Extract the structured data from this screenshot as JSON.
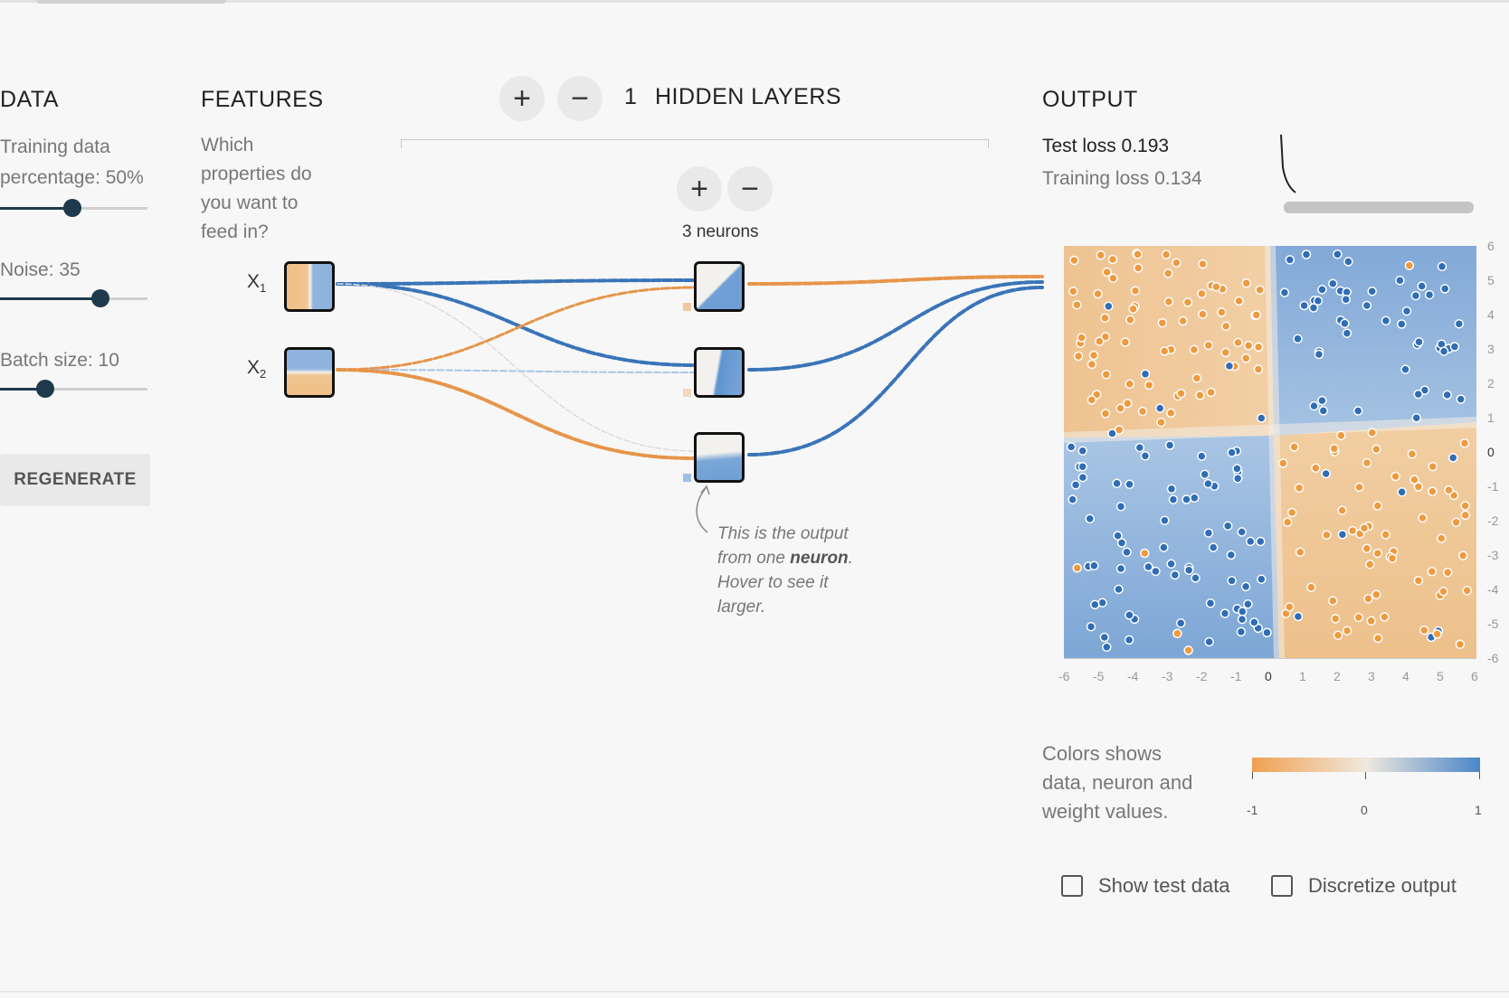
{
  "data_panel": {
    "heading": "DATA",
    "training_label_line1": "Training data",
    "training_label_line2": "percentage:  50%",
    "training_pct": 50,
    "noise_label": "Noise:  35",
    "noise": 35,
    "batch_label": "Batch size:  10",
    "batch": 10,
    "regenerate": "REGENERATE"
  },
  "features_panel": {
    "heading": "FEATURES",
    "question": [
      "Which",
      "properties do",
      "you want to",
      "feed in?"
    ],
    "x1": "X",
    "x1_sub": "1",
    "x2": "X",
    "x2_sub": "2"
  },
  "hidden_layers": {
    "add_layer": "+",
    "remove_layer": "−",
    "count": "1",
    "label": "HIDDEN LAYERS",
    "add_neuron": "+",
    "remove_neuron": "−",
    "neurons_label": "3 neurons"
  },
  "annotation": {
    "line1": "This is the output",
    "line2_pre": "from one ",
    "line2_bold": "neuron",
    "line2_post": ".",
    "line3": "Hover to see it",
    "line4": "larger."
  },
  "output_panel": {
    "heading": "OUTPUT",
    "test_loss": "Test loss 0.193",
    "training_loss": "Training loss 0.134",
    "x_ticks": [
      "-6",
      "-5",
      "-4",
      "-3",
      "-2",
      "-1",
      "0",
      "1",
      "2",
      "3",
      "4",
      "5",
      "6"
    ],
    "y_ticks": [
      "6",
      "5",
      "4",
      "3",
      "2",
      "1",
      "0",
      "-1",
      "-2",
      "-3",
      "-4",
      "-5",
      "-6"
    ],
    "legend_text": [
      "Colors shows",
      "data, neuron and",
      "weight values."
    ],
    "legend_min": "-1",
    "legend_mid": "0",
    "legend_max": "1",
    "show_test_data": "Show test data",
    "discretize_output": "Discretize output"
  },
  "colors": {
    "orange": "#f0a050",
    "blue": "#4a86c8",
    "dark": "#1f3a4d"
  }
}
